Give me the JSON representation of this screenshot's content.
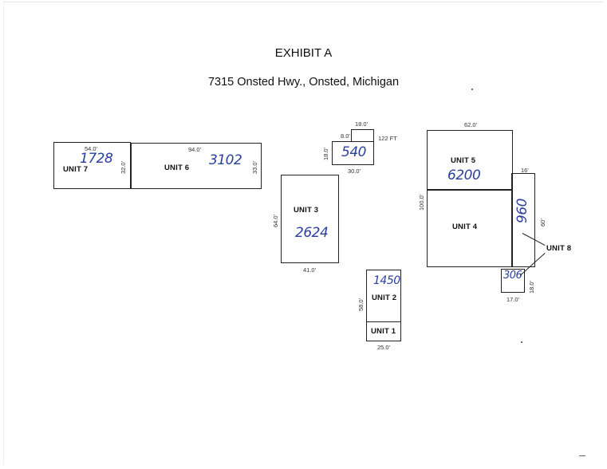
{
  "header": {
    "title": "EXHIBIT A",
    "address": "7315 Onsted Hwy., Onsted, Michigan"
  },
  "units": {
    "unit7": {
      "label": "UNIT 7",
      "sqft": "1728",
      "width": "54.0'",
      "depth": "32.0'"
    },
    "unit6": {
      "label": "UNIT 6",
      "sqft": "3102",
      "width": "94.0'",
      "depth": "33.0'"
    },
    "unit3": {
      "label": "UNIT 3",
      "sqft": "2624",
      "width": "41.0'",
      "depth": "64.0'"
    },
    "small": {
      "sqft": "540",
      "top": "18.0'",
      "notch": "8.0'",
      "note": "122 FT",
      "depth": "18.0'",
      "width": "30.0'"
    },
    "unit5": {
      "label": "UNIT 5",
      "sqft": "6200",
      "width": "62.0'",
      "depth": "100.0'"
    },
    "unit4": {
      "label": "UNIT 4",
      "sqft": "960",
      "side": "16'",
      "side_depth": "60'"
    },
    "unit8": {
      "label": "UNIT 8",
      "sqft": "306",
      "width": "17.0'",
      "depth": "18.0'"
    },
    "unit2": {
      "label": "UNIT 2",
      "sqft": "1450",
      "depth": "58.0'"
    },
    "unit1": {
      "label": "UNIT 1",
      "width": "25.0'"
    }
  }
}
